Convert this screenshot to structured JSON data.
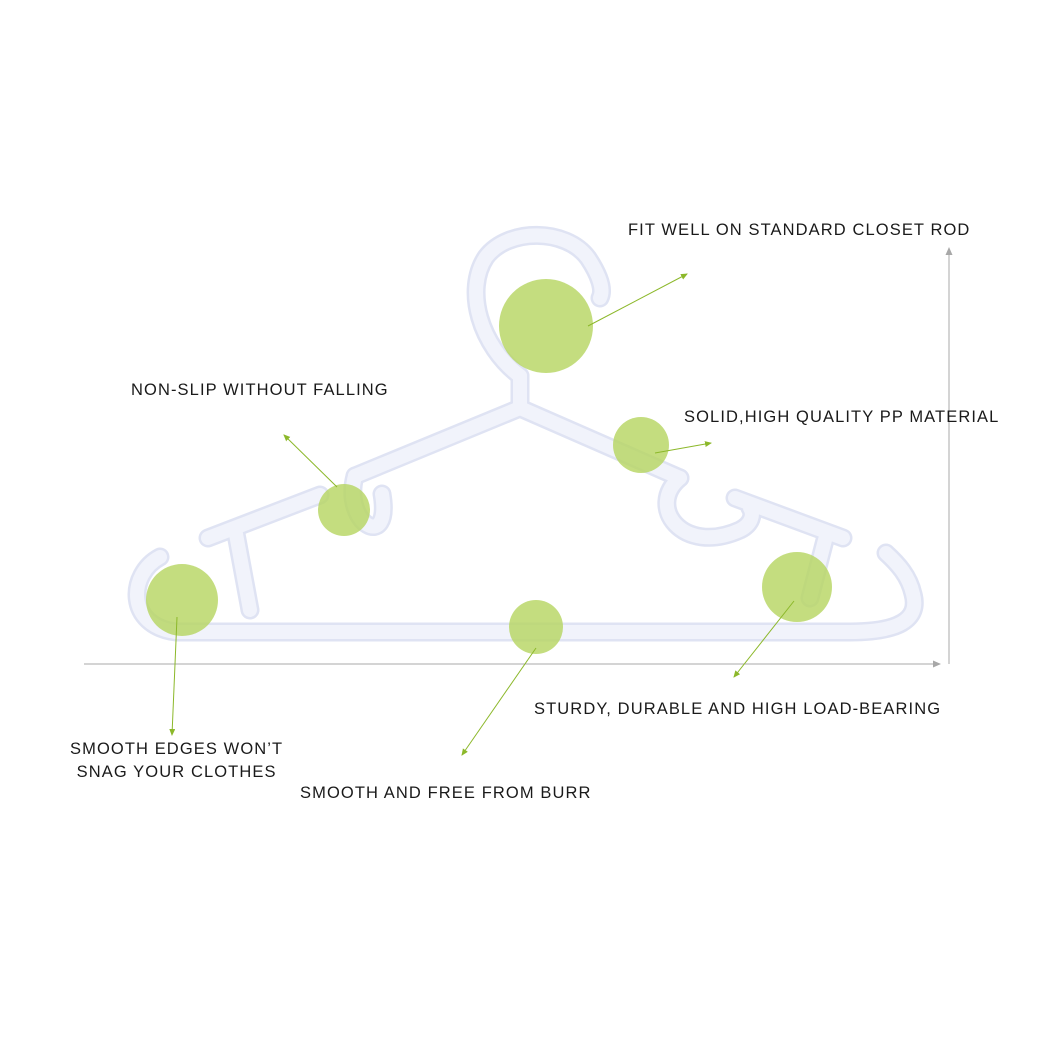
{
  "callouts": {
    "closet_rod": "FIT WELL ON STANDARD CLOSET ROD",
    "non_slip": "NON-SLIP WITHOUT FALLING",
    "pp_material": "SOLID,HIGH QUALITY PP MATERIAL",
    "sturdy": "STURDY, DURABLE AND HIGH LOAD-BEARING",
    "smooth_edges_line1": "SMOOTH EDGES WON’T",
    "smooth_edges_line2": "SNAG YOUR CLOTHES",
    "no_burr": "SMOOTH AND FREE FROM BURR"
  },
  "colors": {
    "hanger": "#f1f3fb",
    "hanger_edge": "#dfe3f3",
    "highlight": "#b5d55f",
    "leader_line": "#8cb82a",
    "axis": "#a8a8a8",
    "text": "#1a1a1a"
  },
  "icons": {
    "hanger": "clothes-hanger-icon",
    "arrow": "arrow-head-icon"
  }
}
